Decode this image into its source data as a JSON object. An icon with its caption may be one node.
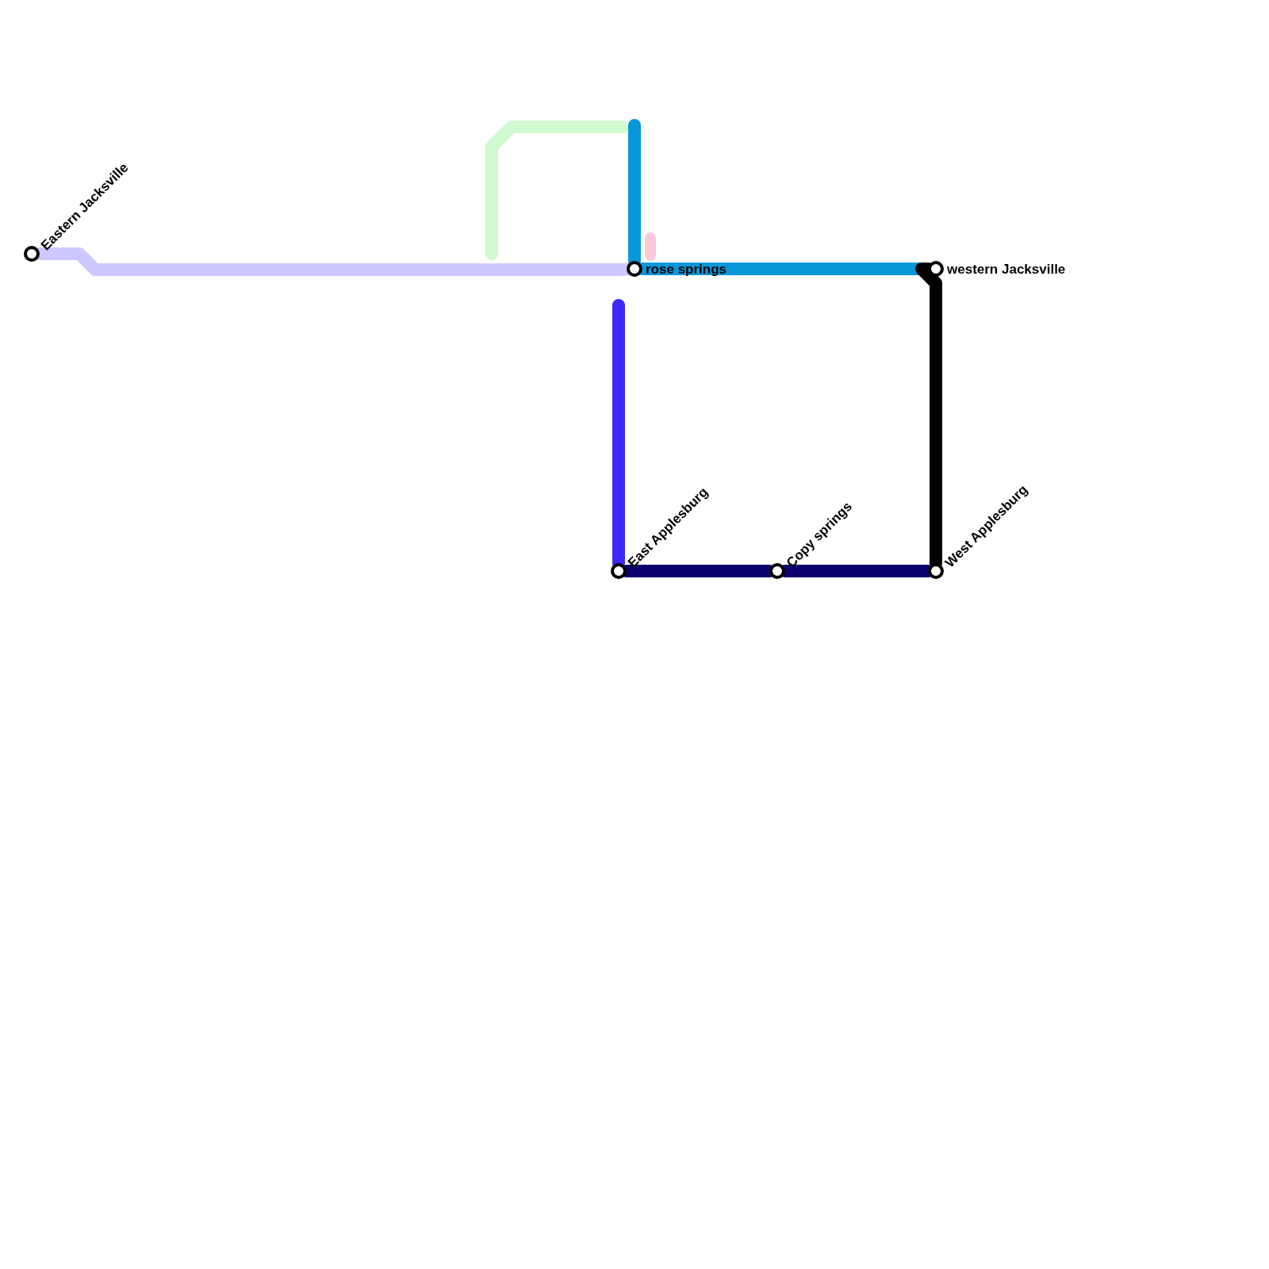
{
  "diagram": {
    "nodes": [
      {
        "text": [
          "Eastern Jacksville"
        ]
      },
      {
        "text": [
          "rose springs"
        ]
      },
      {
        "text": [
          "western Jacksville"
        ]
      },
      {
        "text": [
          "East Applesburg"
        ]
      },
      {
        "text": [
          "Copy springs"
        ]
      },
      {
        "text": [
          "West Applesburg"
        ]
      }
    ],
    "edges": [
      {
        "from": 0,
        "to": 1,
        "arrow": "none",
        "color": "#ccc8ff"
      },
      {
        "from": null,
        "to": 1,
        "arrow": "none",
        "color": "#0a97d9"
      },
      {
        "from": 1,
        "to": 2,
        "arrow": "none",
        "color": "#0a97d9"
      },
      {
        "from": 2,
        "to": 5,
        "arrow": "none",
        "color": "#000000"
      },
      {
        "from": null,
        "to": 3,
        "arrow": "none",
        "color": "#3c28ff"
      },
      {
        "from": 3,
        "to": 4,
        "arrow": "none",
        "color": "#0c006e"
      },
      {
        "from": 4,
        "to": 5,
        "arrow": "none",
        "color": "#0c006e"
      }
    ]
  }
}
